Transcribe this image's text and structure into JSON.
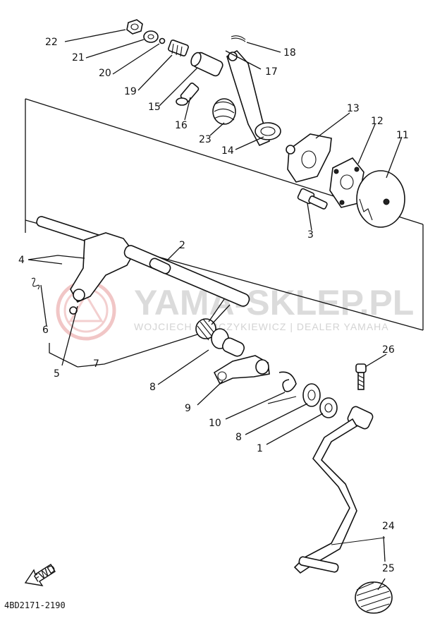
{
  "diagram": {
    "catalog_code": "4BD2171-2190",
    "fwd_label": "FWD",
    "watermark": {
      "brand": "YAMA-SKLEP.PL",
      "dealer": "WOJCIECH SOBCZYKIEWICZ | DEALER YAMAHA",
      "color": "#c9c9c9",
      "logo_color": "#e8a0a0"
    },
    "callouts": [
      {
        "id": "c22",
        "label": "22"
      },
      {
        "id": "c21",
        "label": "21"
      },
      {
        "id": "c20",
        "label": "20"
      },
      {
        "id": "c19",
        "label": "19"
      },
      {
        "id": "c18",
        "label": "18"
      },
      {
        "id": "c17",
        "label": "17"
      },
      {
        "id": "c15",
        "label": "15"
      },
      {
        "id": "c16",
        "label": "16"
      },
      {
        "id": "c23",
        "label": "23"
      },
      {
        "id": "c14",
        "label": "14"
      },
      {
        "id": "c13",
        "label": "13"
      },
      {
        "id": "c12",
        "label": "12"
      },
      {
        "id": "c11",
        "label": "11"
      },
      {
        "id": "c3",
        "label": "3"
      },
      {
        "id": "c2",
        "label": "2"
      },
      {
        "id": "c4",
        "label": "4"
      },
      {
        "id": "c6",
        "label": "6"
      },
      {
        "id": "c5",
        "label": "5"
      },
      {
        "id": "c7",
        "label": "7"
      },
      {
        "id": "c8a",
        "label": "8"
      },
      {
        "id": "c9",
        "label": "9"
      },
      {
        "id": "c10",
        "label": "10"
      },
      {
        "id": "c8b",
        "label": "8"
      },
      {
        "id": "c1",
        "label": "1"
      },
      {
        "id": "c26",
        "label": "26"
      },
      {
        "id": "c24",
        "label": "24"
      },
      {
        "id": "c25",
        "label": "25"
      }
    ]
  }
}
